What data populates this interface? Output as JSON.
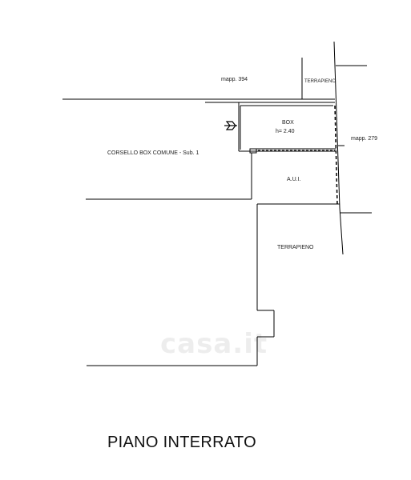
{
  "plan": {
    "title": "PIANO INTERRATO",
    "labels": {
      "mapp_394": "mapp. 394",
      "terrapieno_top": "TERRAPIENO",
      "box": "BOX",
      "box_height": "h= 2.40",
      "mapp_279": "mapp. 279",
      "corsello": "CORSELLO BOX COMUNE - Sub. 1",
      "aui": "A.U.I.",
      "terrapieno_main": "TERRAPIENO"
    },
    "watermark": "casa.it",
    "colors": {
      "line": "#000000",
      "background": "#ffffff"
    }
  }
}
